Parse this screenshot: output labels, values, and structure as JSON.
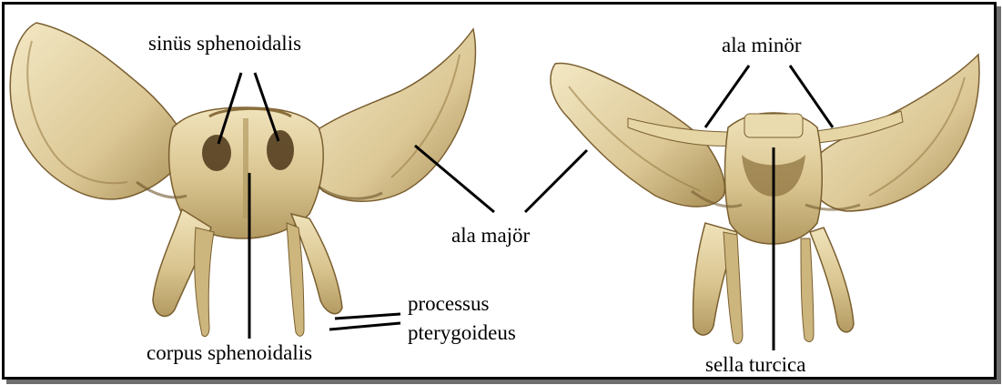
{
  "colors": {
    "bone_base": "#d9c48f",
    "bone_light": "#efe2b8",
    "bone_shadow": "#8f7440",
    "bone_dark": "#5a4320",
    "leader_line": "#000000",
    "frame": "#000000"
  },
  "labels": {
    "sinus_sphenoidalis": "sinüs sphenoidalis",
    "ala_minor": "ala minör",
    "ala_major": "ala majör",
    "processus": "processus",
    "pterygoideus": "pterygoideus",
    "corpus_sphenoidalis": "corpus sphenoidalis",
    "sella_turcica": "sella turcica"
  }
}
